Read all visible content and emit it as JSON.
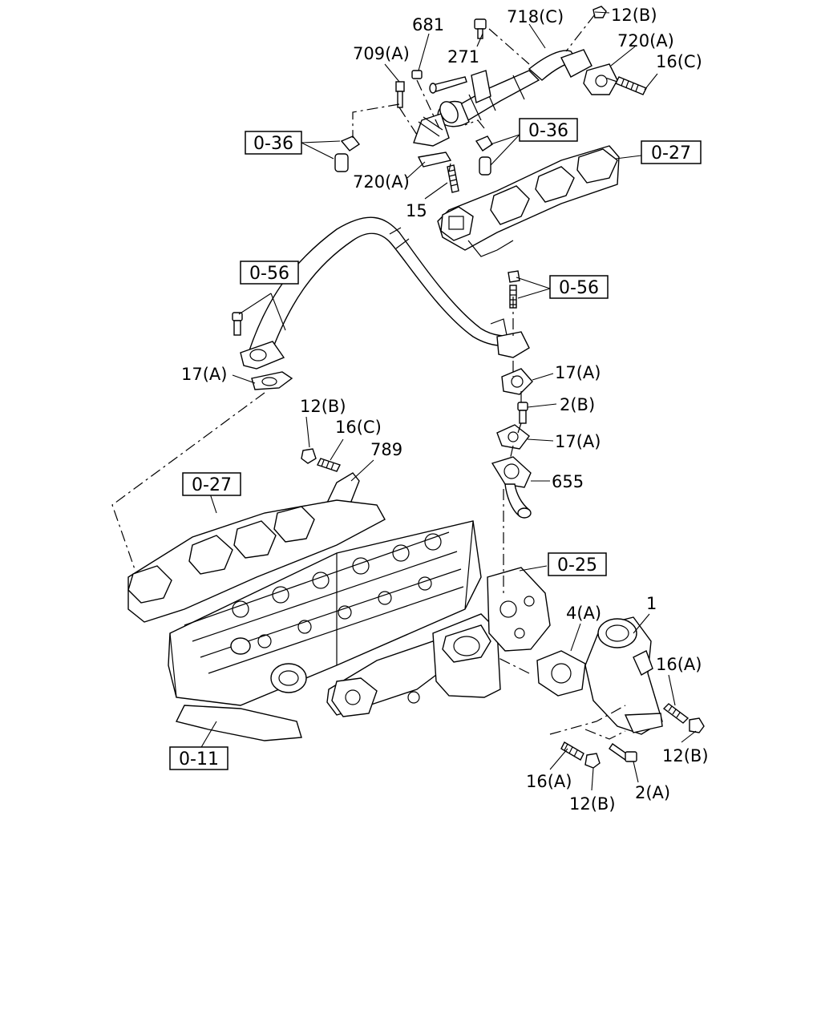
{
  "diagram": {
    "part_labels": {
      "p681": "681",
      "p718c": "718(C)",
      "p12b_top": "12(B)",
      "p709a": "709(A)",
      "p271": "271",
      "p720a_top": "720(A)",
      "p16c_top": "16(C)",
      "p720a_mid": "720(A)",
      "p15": "15",
      "p17a_left": "17(A)",
      "p17a_right_top": "17(A)",
      "p2b": "2(B)",
      "p17a_right_bot": "17(A)",
      "p12b_mid": "12(B)",
      "p16c_mid": "16(C)",
      "p789": "789",
      "p655": "655",
      "p1": "1",
      "p4a": "4(A)",
      "p16a_right": "16(A)",
      "p12b_right": "12(B)",
      "p16a_bot": "16(A)",
      "p12b_bot": "12(B)",
      "p2a": "2(A)"
    },
    "reference_boxes": {
      "ref_036_left": "0-36",
      "ref_036_right": "0-36",
      "ref_027_top": "0-27",
      "ref_056_left": "0-56",
      "ref_056_right": "0-56",
      "ref_027_mid": "0-27",
      "ref_025": "0-25",
      "ref_011": "0-11"
    }
  }
}
